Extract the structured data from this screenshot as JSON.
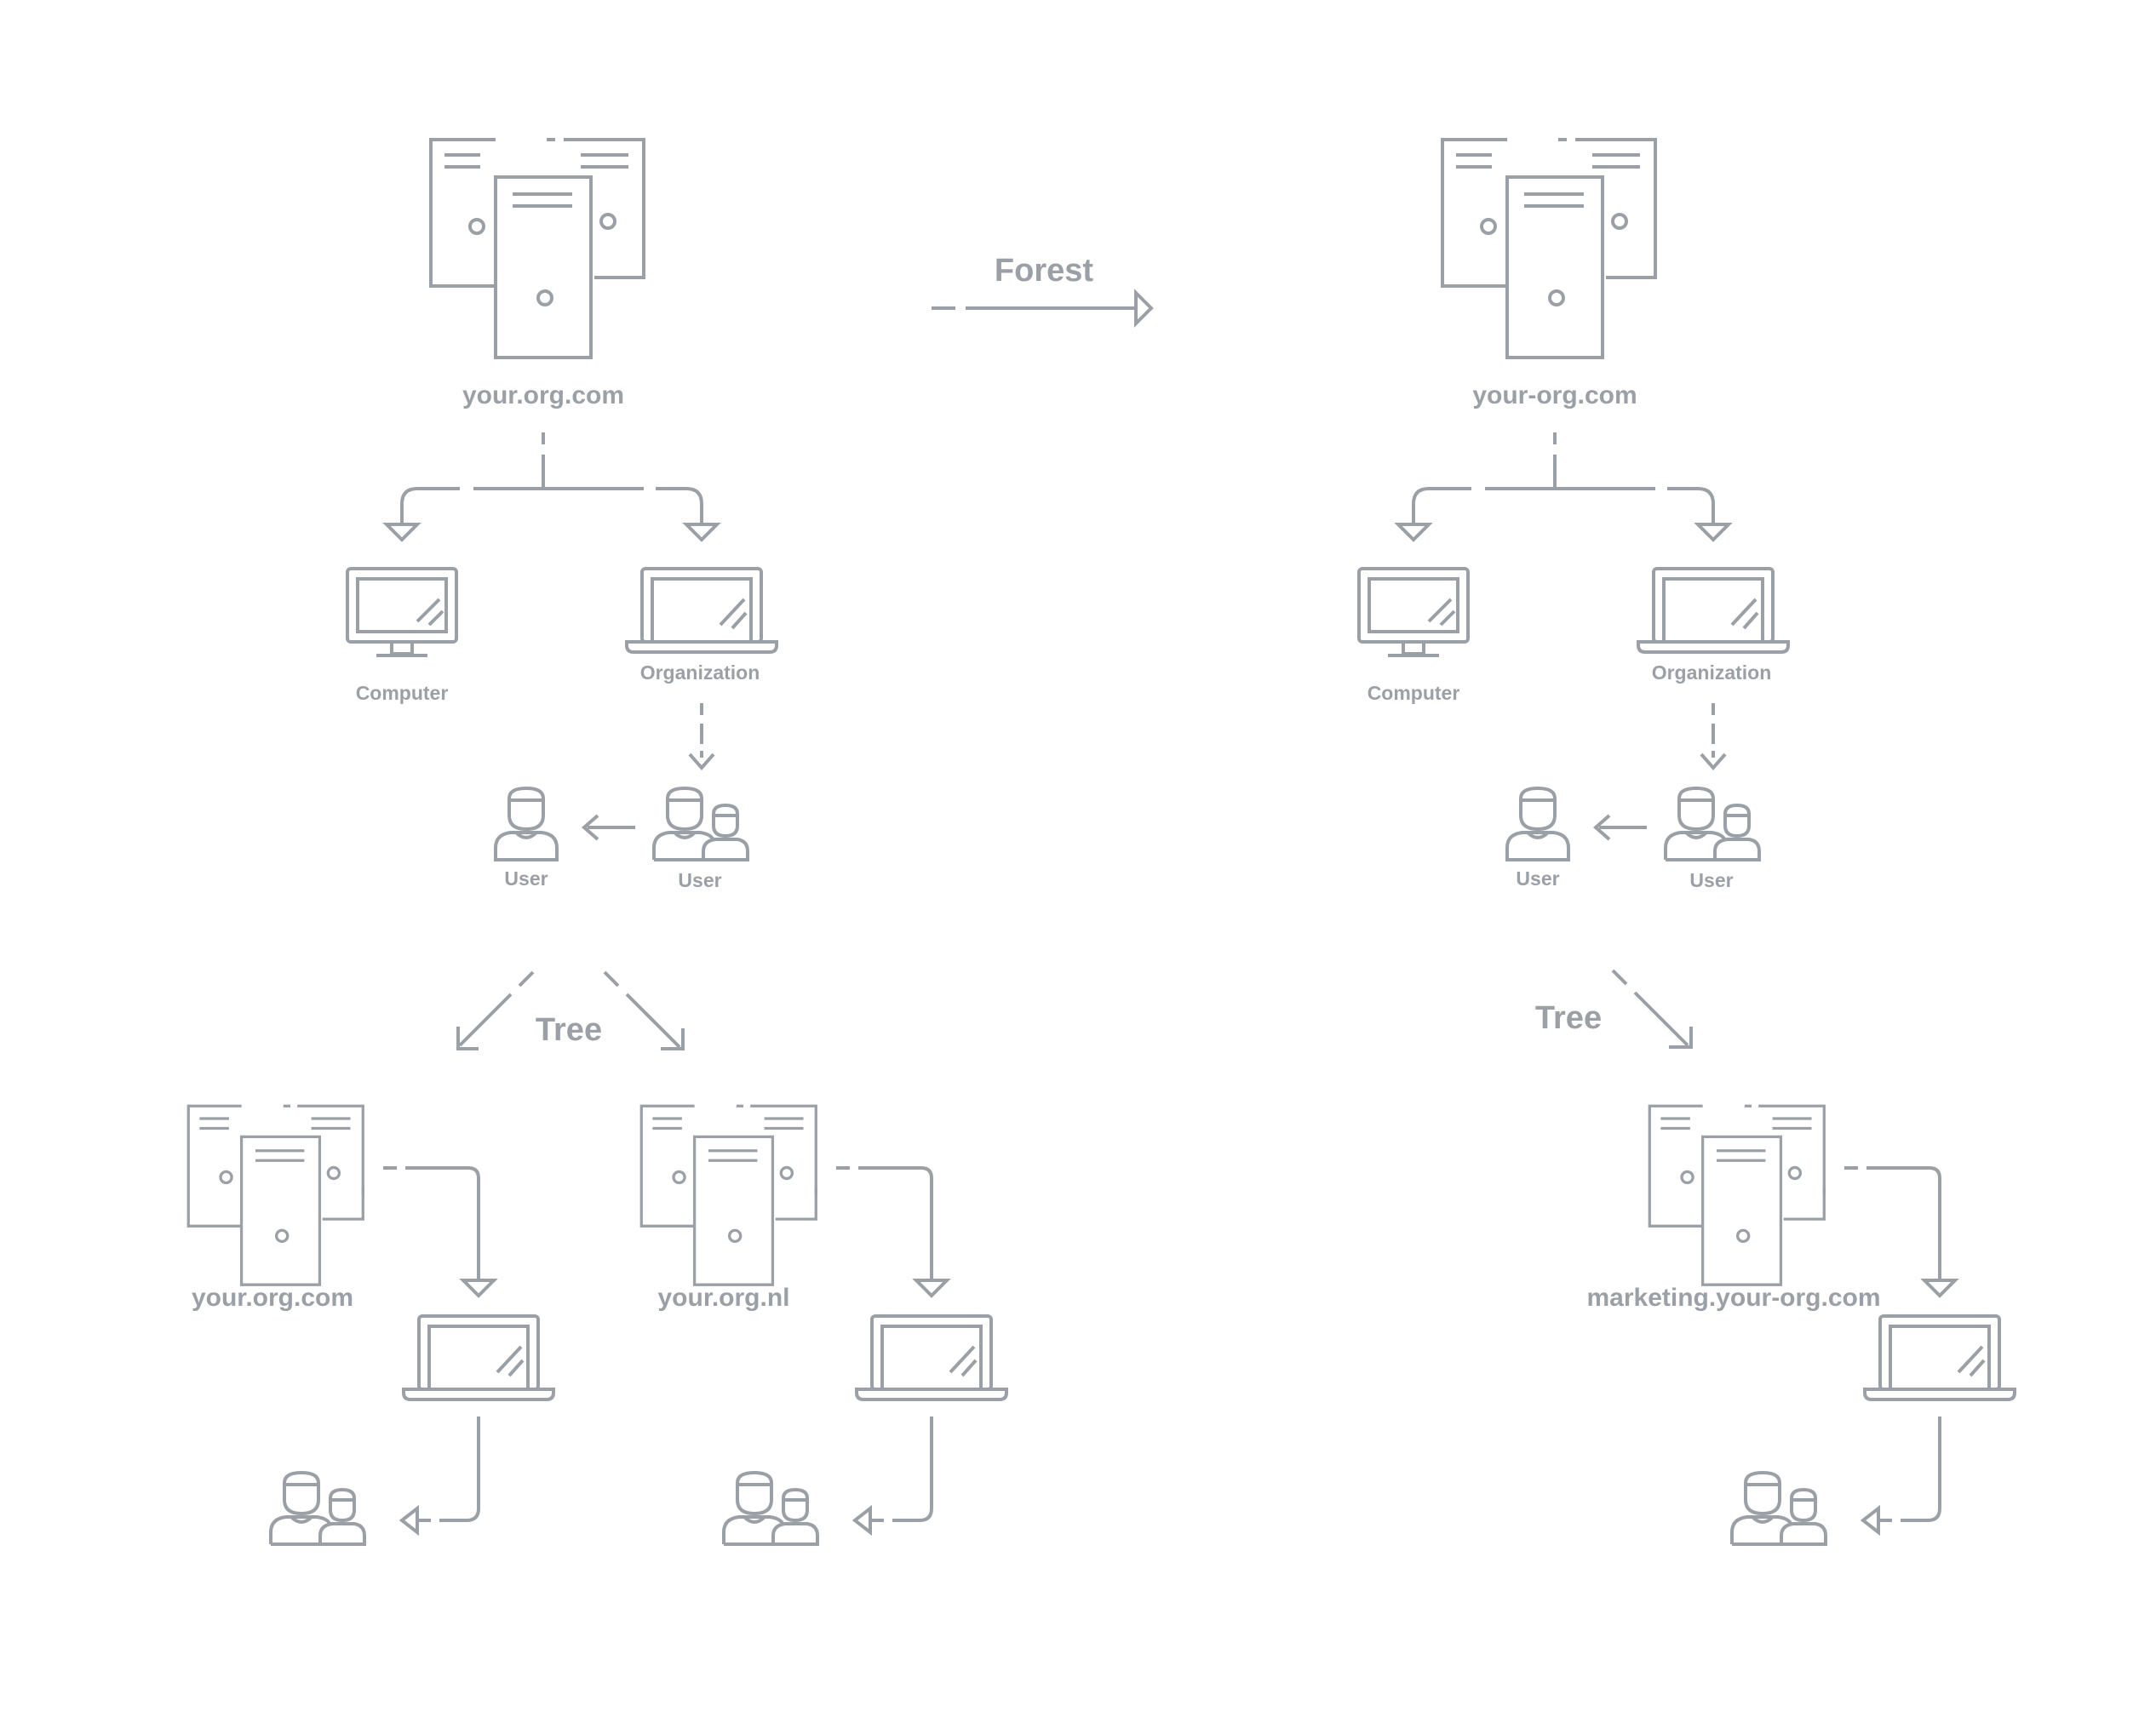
{
  "colors": {
    "stroke": "#9aa0a6",
    "background": "#ffffff"
  },
  "relations": {
    "forest": "Forest",
    "tree_left": "Tree",
    "tree_right": "Tree"
  },
  "left_domain": {
    "name": "your.org.com",
    "computer_label": "Computer",
    "organization_label": "Organization",
    "user_single_label": "User",
    "user_group_label": "User"
  },
  "right_domain": {
    "name": "your-org.com",
    "computer_label": "Computer",
    "organization_label": "Organization",
    "user_single_label": "User",
    "user_group_label": "User"
  },
  "children": {
    "left_a": {
      "name": "your.org.com"
    },
    "left_b": {
      "name": "your.org.nl"
    },
    "right_a": {
      "name": "marketing.your-org.com"
    }
  },
  "icons": {
    "server": "server-stack-icon",
    "monitor": "desktop-monitor-icon",
    "laptop": "laptop-icon",
    "user": "user-icon",
    "group": "user-group-icon",
    "arrow": "arrow-icon"
  }
}
